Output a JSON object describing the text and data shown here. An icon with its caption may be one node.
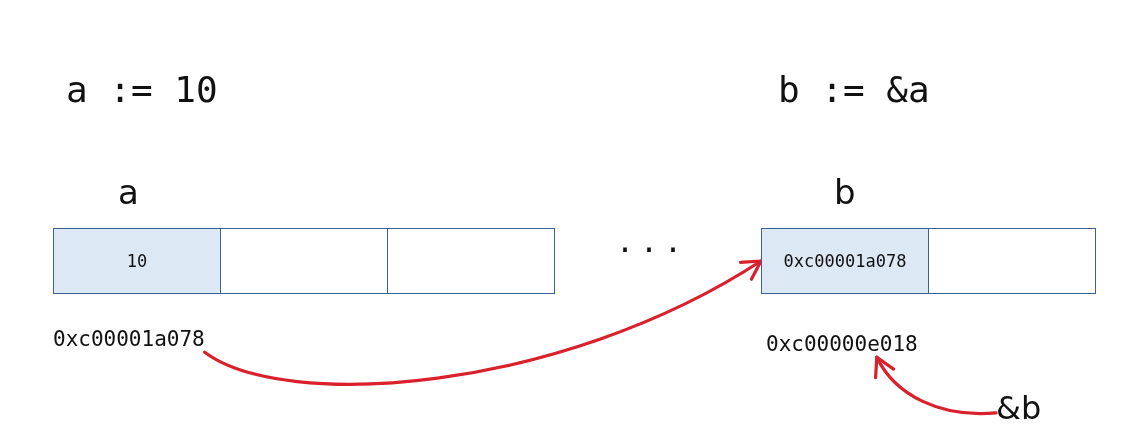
{
  "diagram": {
    "nodes": [
      {
        "text": [
          "10"
        ]
      },
      {
        "text": [],
        "shape": "box"
      },
      {
        "text": [],
        "shape": "box"
      },
      {
        "text": [
          "0xc00001a078"
        ]
      },
      {
        "text": [],
        "shape": "box"
      },
      {
        "text": [
          "0xc00001a078"
        ]
      },
      {
        "text": [
          "0xc00000e018"
        ]
      },
      {
        "text": [
          "&b"
        ]
      }
    ],
    "edges": [
      {
        "from": 5,
        "to": 3,
        "arrow": "to"
      },
      {
        "from": 7,
        "to": 6,
        "arrow": "to"
      }
    ],
    "labels": [
      "a := 10",
      "b := &a",
      "a",
      "b",
      "..."
    ]
  }
}
